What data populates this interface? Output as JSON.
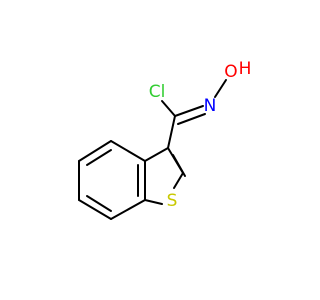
{
  "molecule": {
    "atoms": {
      "cl": {
        "symbol": "Cl",
        "color": "#32cd32"
      },
      "n": {
        "symbol": "N",
        "color": "#0000ff"
      },
      "o": {
        "symbol": "O",
        "color": "#ff0000"
      },
      "h": {
        "symbol": "H",
        "color": "#ff0000"
      },
      "s": {
        "symbol": "S",
        "color": "#c8c800"
      }
    },
    "bond_color": "#000000"
  }
}
